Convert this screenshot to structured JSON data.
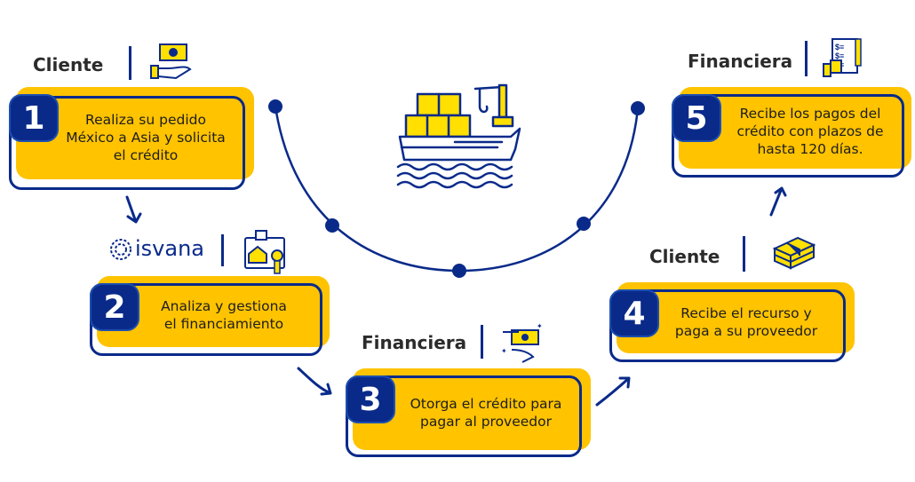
{
  "diagram": {
    "colors": {
      "navy": "#0a2a8a",
      "yellow": "#ffc300",
      "text": "#1d1d1d"
    },
    "center_icon": "cargo-ship-icon",
    "steps": [
      {
        "number": "1",
        "actor": "Cliente",
        "icon": "money-in-hand-icon",
        "lines": [
          "Realiza su pedido",
          "México a Asia y solicita",
          "el crédito"
        ]
      },
      {
        "number": "2",
        "actor": "isvana",
        "icon": "property-certificate-icon",
        "lines": [
          "Analiza y gestiona",
          "el financiamiento"
        ]
      },
      {
        "number": "3",
        "actor": "Financiera",
        "icon": "hand-giving-money-icon",
        "lines": [
          "Otorga el crédito para",
          "pagar al proveedor"
        ]
      },
      {
        "number": "4",
        "actor": "Cliente",
        "icon": "cash-stack-icon",
        "lines": [
          "Recibe el recurso y",
          "paga a su proveedor"
        ]
      },
      {
        "number": "5",
        "actor": "Financiera",
        "icon": "invoice-receipt-icon",
        "lines": [
          "Recibe los pagos del",
          "crédito con plazos de",
          "hasta 120 días."
        ]
      }
    ]
  }
}
